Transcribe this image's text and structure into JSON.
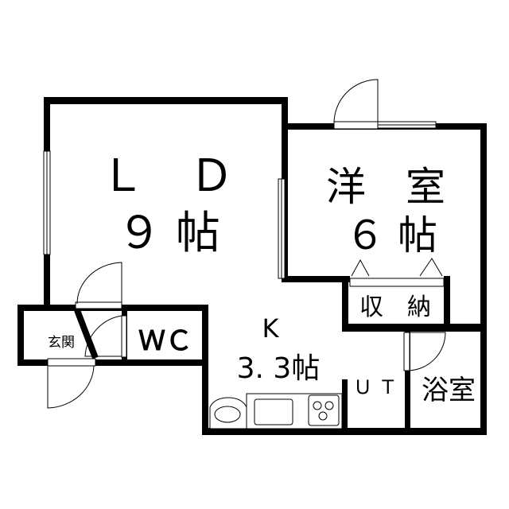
{
  "rooms": {
    "ld": {
      "name": "Ｌ　Ｄ",
      "size": "９ 帖"
    },
    "western": {
      "name": "洋　室",
      "size": "６ 帖"
    },
    "storage": {
      "name": "収　納"
    },
    "wc": {
      "name": "ＷＣ"
    },
    "entrance": {
      "name": "玄関"
    },
    "kitchen": {
      "name": "K",
      "size": "3. 3帖"
    },
    "utility": {
      "name": "Ｕ Ｔ"
    },
    "bath": {
      "name": "浴室"
    }
  }
}
